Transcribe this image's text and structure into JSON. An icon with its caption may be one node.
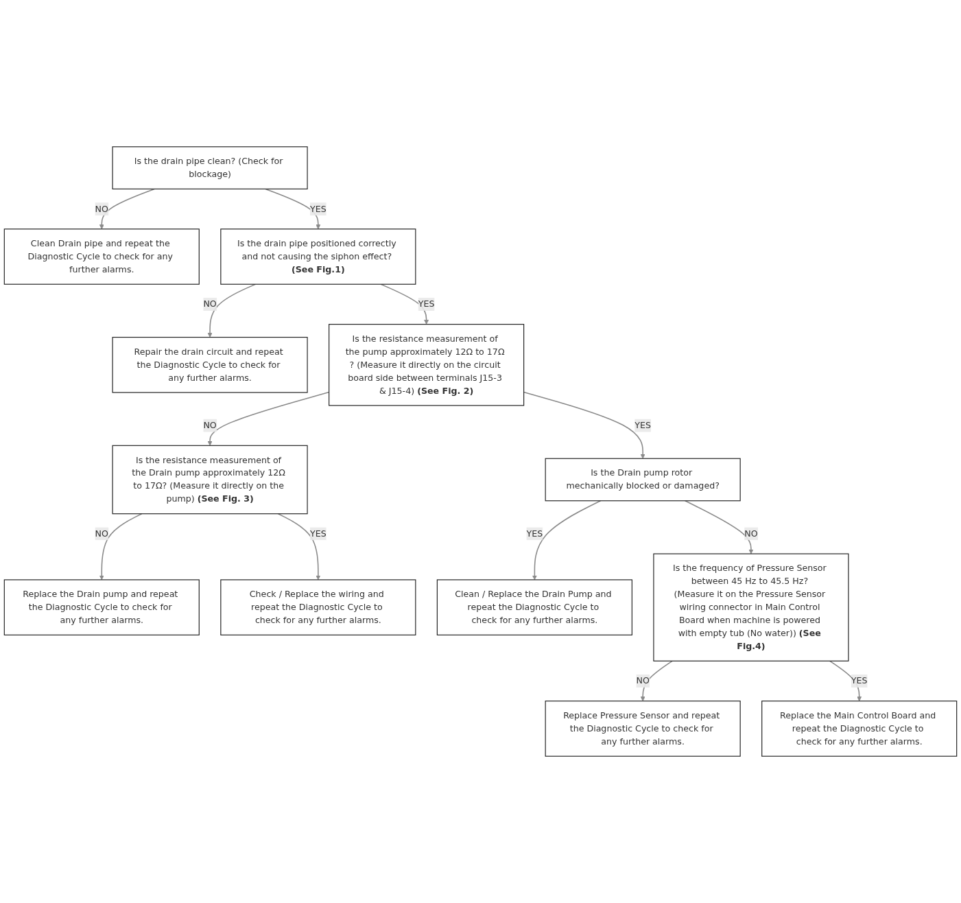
{
  "diagram": {
    "nodes": [
      {
        "text": [
          "Is the drain pipe clean? (Check for blockage)"
        ]
      },
      {
        "text": [
          "Clean Drain pipe and repeat the Diagnostic Cycle to check for any further alarms."
        ]
      },
      {
        "text": [
          "Is the drain pipe positioned correctly and not causing the siphon effect? **(See Fig.1)**"
        ]
      },
      {
        "text": [
          "Repair the drain circuit and repeat the Diagnostic Cycle to check for any further alarms."
        ]
      },
      {
        "text": [
          "Is the resistance measurement of the pump approximately 12Ω to 17Ω ? (Measure it directly on the circuit board side between terminals J15-3 & J15-4) **(See Fig. 2)**"
        ]
      },
      {
        "text": [
          "Is the resistance measurement of the Drain pump approximately 12Ω to 17Ω? (Measure it directly on the pump) **(See Fig. 3)**"
        ]
      },
      {
        "text": [
          "Replace the Drain pump and repeat the Diagnostic Cycle to check for any further alarms."
        ]
      },
      {
        "text": [
          "Check / Replace the wiring and repeat the Diagnostic Cycle to check for any further alarms."
        ]
      },
      {
        "text": [
          "Is the Drain pump rotor mechanically blocked or damaged?"
        ]
      },
      {
        "text": [
          "Clean / Replace the Drain Pump and repeat the Diagnostic Cycle to check for any further alarms."
        ]
      },
      {
        "text": [
          "Is the frequency of Pressure Sensor between 45 Hz to 45.5 Hz? (Measure it on the Pressure Sensor wiring connector in Main Control Board when machine is powered with empty tub (No water)) **(See Fig.4)**"
        ]
      },
      {
        "text": [
          "Replace Pressure Sensor and repeat the Diagnostic Cycle to check for any further alarms."
        ]
      },
      {
        "text": [
          "Replace the Main Control Board and repeat the Diagnostic Cycle to check for any further alarms."
        ]
      }
    ],
    "edges": [
      {
        "from": 0,
        "to": 1,
        "arrow": "to",
        "label": "NO"
      },
      {
        "from": 0,
        "to": 2,
        "arrow": "to",
        "label": "YES"
      },
      {
        "from": 2,
        "to": 3,
        "arrow": "to",
        "label": "NO"
      },
      {
        "from": 2,
        "to": 4,
        "arrow": "to",
        "label": "YES"
      },
      {
        "from": 4,
        "to": 5,
        "arrow": "to",
        "label": "NO"
      },
      {
        "from": 5,
        "to": 6,
        "arrow": "to",
        "label": "NO"
      },
      {
        "from": 5,
        "to": 7,
        "arrow": "to",
        "label": "YES"
      },
      {
        "from": 4,
        "to": 8,
        "arrow": "to",
        "label": "YES"
      },
      {
        "from": 8,
        "to": 9,
        "arrow": "to",
        "label": "YES"
      },
      {
        "from": 8,
        "to": 10,
        "arrow": "to",
        "label": "NO"
      },
      {
        "from": 10,
        "to": 11,
        "arrow": "to",
        "label": "NO"
      },
      {
        "from": 10,
        "to": 12,
        "arrow": "to",
        "label": "YES"
      }
    ]
  }
}
